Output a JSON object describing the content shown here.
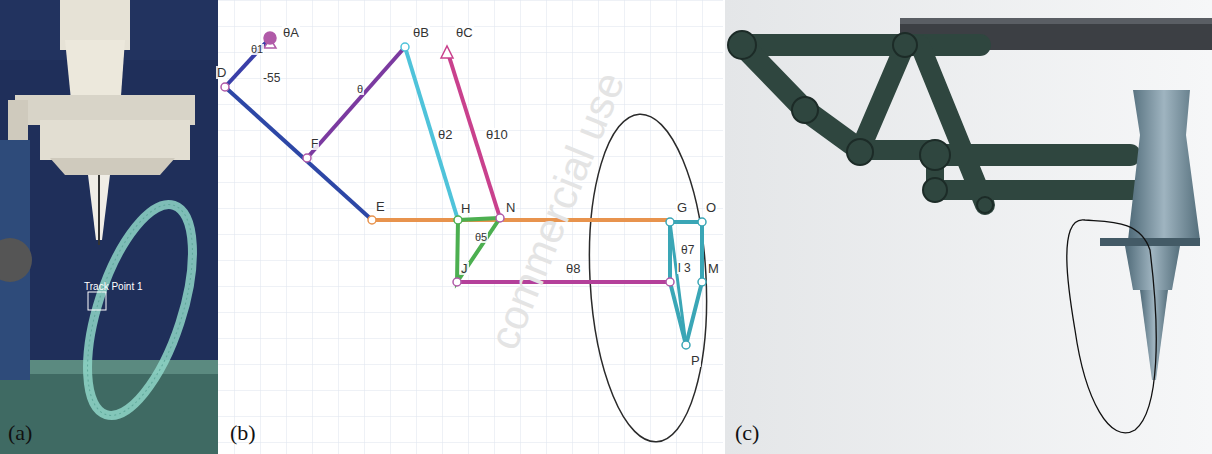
{
  "diagram": {
    "labels": [
      "(a)",
      "Track Point 1",
      "(b)",
      "θA",
      "θ1",
      "-55",
      "D",
      "θ",
      "F",
      "θB",
      "θC",
      "θ2",
      "θ10",
      "E",
      "H",
      "N",
      "θ5",
      "J",
      "θ8",
      "G",
      "O",
      "θ7",
      "l 3",
      "M",
      "P",
      "(c)",
      "commercial use"
    ]
  }
}
